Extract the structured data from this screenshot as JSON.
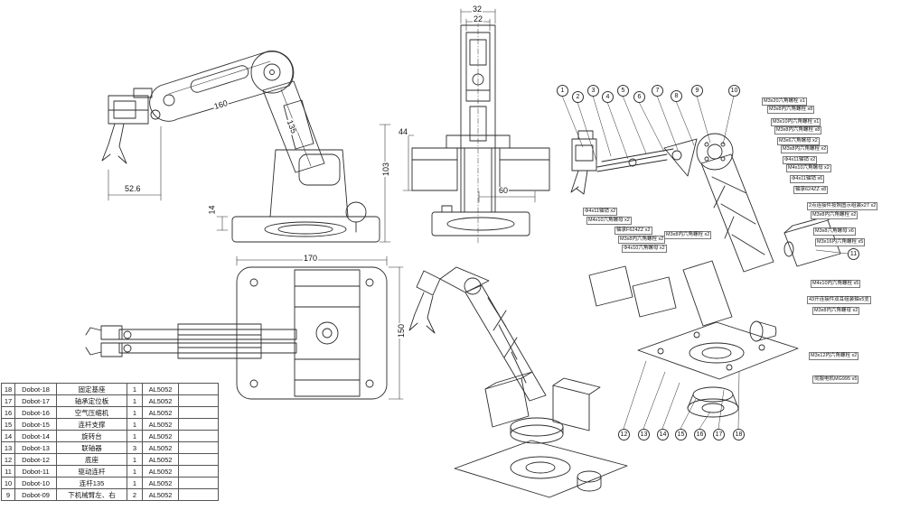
{
  "drawing": {
    "type": "engineering-drawing",
    "subject": "Dobot robotic arm assembly drawing",
    "line_color": "#2b2b2b",
    "background": "#ffffff"
  },
  "dimensions": {
    "side": {
      "upper_arm": "160",
      "forearm": "135",
      "gripper": "52.6",
      "plate": "14",
      "height": "103"
    },
    "front": {
      "outer": "32",
      "inner": "22",
      "height": "44",
      "base": "60"
    },
    "top": {
      "width": "170",
      "depth": "150"
    }
  },
  "balloons": [
    "1",
    "2",
    "3",
    "4",
    "5",
    "6",
    "7",
    "8",
    "9",
    "10",
    "11",
    "12",
    "13",
    "14",
    "15",
    "16",
    "17",
    "18"
  ],
  "callouts": {
    "right": [
      "M3x20六角螺栓 x1",
      "M3x8内六角螺栓 x8",
      "M3x10内六角螺栓 x1",
      "M3x8内六角螺栓 x8",
      "M3x6六角螺母 x2",
      "M3x8内六角螺栓 x2",
      "Φ4x11轴销 x2",
      "M4x10六角螺母 x2",
      "Φ4x11轴销 x6",
      "轴承624ZZ x8",
      "2点连接件按照图示组装x27 x2",
      "M3x8内六角螺栓 x2",
      "M3x8六角螺母 x6",
      "M3x16内六角螺栓 x5",
      "M4x10内六角螺栓 x5",
      "43开连接件双耳组装轴x5支",
      "M3x8内六角螺母 x2",
      "M3x12内六角螺栓 x2",
      "伺服电机MG995 x5"
    ],
    "left": [
      "Φ4x11轴销 x2",
      "M4x10六角螺母 x2",
      "轴承F624ZZ x2",
      "M3x8内六角螺栓 x2",
      "Φ4x10六角螺母 x2",
      "M3x8内六角螺栓 x2"
    ]
  },
  "bom": {
    "rows": [
      [
        "18",
        "Dobot-18",
        "固定基座",
        "1",
        "AL5052",
        ""
      ],
      [
        "17",
        "Dobot-17",
        "轴承定位板",
        "1",
        "AL5052",
        ""
      ],
      [
        "16",
        "Dobot-16",
        "空气压缩机",
        "1",
        "AL5052",
        ""
      ],
      [
        "15",
        "Dobot-15",
        "连杆支撑",
        "1",
        "AL5052",
        ""
      ],
      [
        "14",
        "Dobot-14",
        "旋转台",
        "1",
        "AL5052",
        ""
      ],
      [
        "13",
        "Dobot-13",
        "联轴器",
        "3",
        "AL5052",
        ""
      ],
      [
        "12",
        "Dobot-12",
        "底座",
        "1",
        "AL5052",
        ""
      ],
      [
        "11",
        "Dobot-11",
        "驱动连杆",
        "1",
        "AL5052",
        ""
      ],
      [
        "10",
        "Dobot-10",
        "连杆135",
        "1",
        "AL5052",
        ""
      ],
      [
        "9",
        "Dobot-09",
        "下机械臂左、右",
        "2",
        "AL5052",
        ""
      ]
    ]
  }
}
